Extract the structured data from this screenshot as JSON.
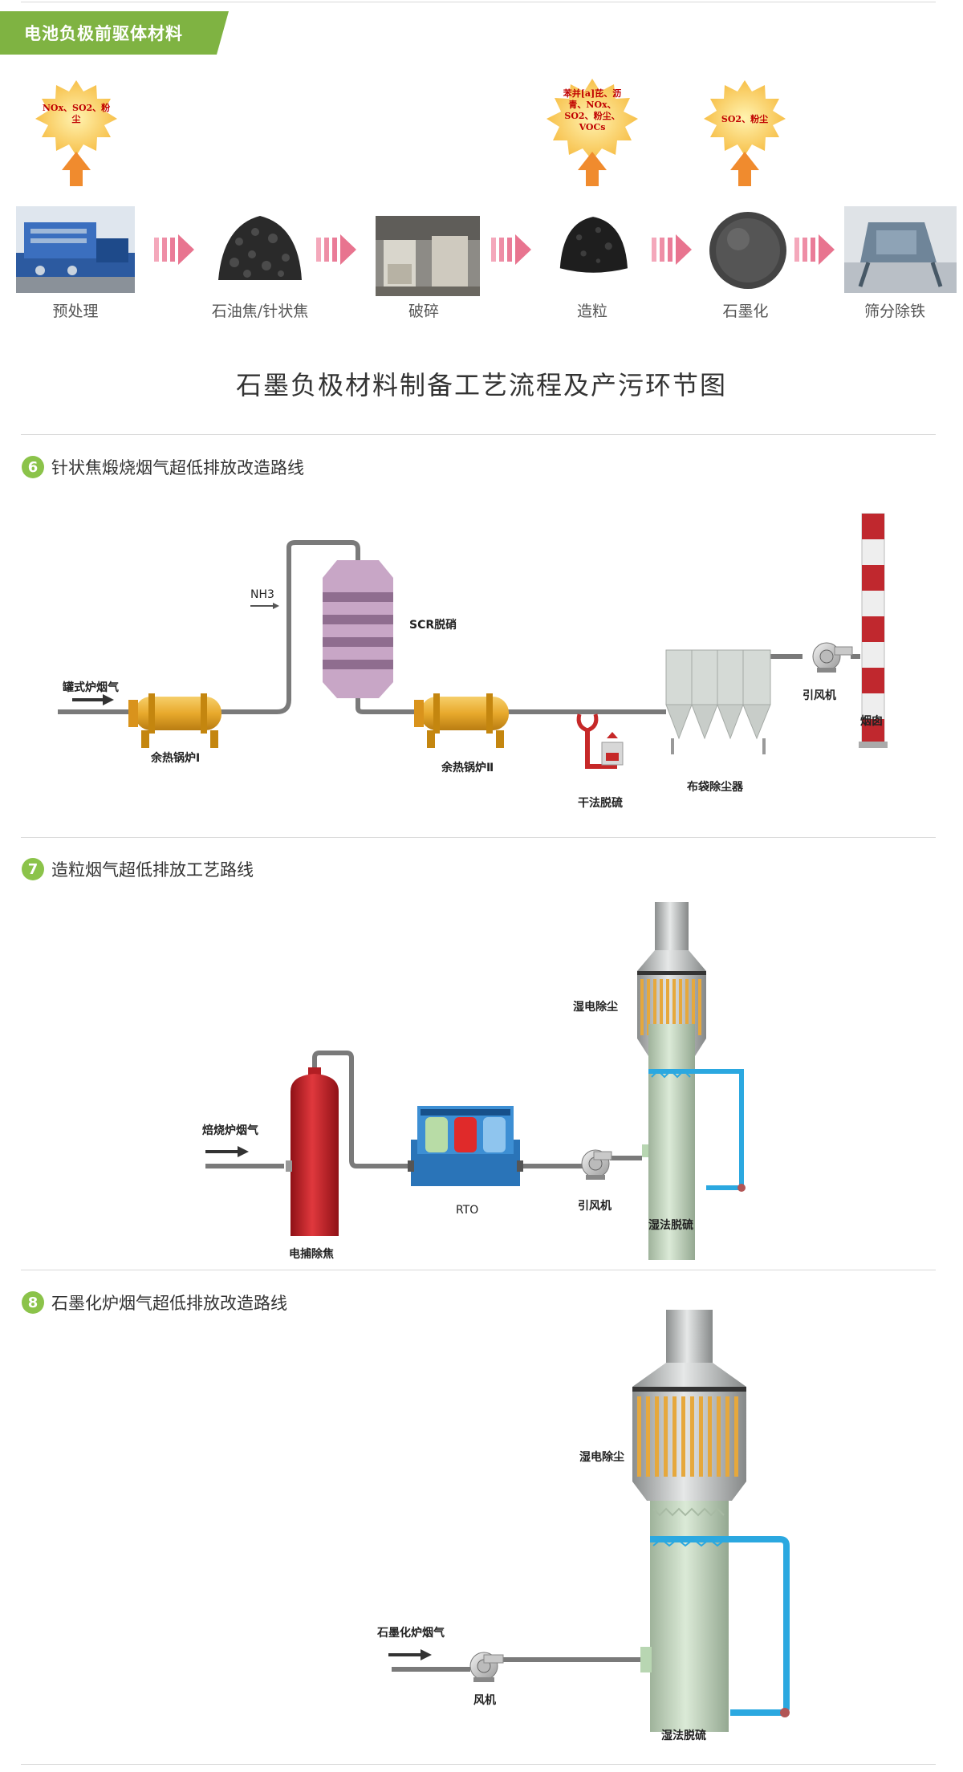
{
  "banner": {
    "title": "电池负极前驱体材料",
    "color": "#7fb342"
  },
  "process": {
    "steps": [
      {
        "label": "预处理"
      },
      {
        "label": "石油焦/针状焦"
      },
      {
        "label": "破碎"
      },
      {
        "label": "造粒"
      },
      {
        "label": "石墨化"
      },
      {
        "label": "筛分除铁"
      }
    ],
    "pollutants": [
      {
        "step": "预处理",
        "lines": [
          "NOx、SO2、粉",
          "尘"
        ]
      },
      {
        "step": "造粒",
        "lines": [
          "苯并[a]芘、沥",
          "青、NOx、",
          "SO2、粉尘、",
          "VOCs"
        ]
      },
      {
        "step": "石墨化",
        "lines": [
          "SO2、粉尘"
        ]
      }
    ],
    "title": "石墨负极材料制备工艺流程及产污环节图"
  },
  "section6": {
    "number": "6",
    "title": "针状焦煅烧烟气超低排放改造路线",
    "labels": {
      "inlet": "罐式炉烟气",
      "boiler1": "余热锅炉Ⅰ",
      "nh3": "NH3",
      "scr": "SCR脱硝",
      "boiler2": "余热锅炉Ⅱ",
      "dry_desulf": "干法脱硫",
      "baghouse": "布袋除尘器",
      "fan": "引风机",
      "chimney": "烟囱"
    }
  },
  "section7": {
    "number": "7",
    "title": "造粒烟气超低排放工艺路线",
    "labels": {
      "inlet": "焙烧炉烟气",
      "tar": "电捕除焦",
      "rto": "RTO",
      "fan": "引风机",
      "wesp": "湿电除尘",
      "wet_desulf": "湿法脱硫"
    }
  },
  "section8": {
    "number": "8",
    "title": "石墨化炉烟气超低排放改造路线",
    "labels": {
      "inlet": "石墨化炉烟气",
      "fan": "风机",
      "wesp": "湿电除尘",
      "wet_desulf": "湿法脱硫"
    }
  },
  "colors": {
    "accent_green": "#8bc34a",
    "arrow_pink": "#e8748f",
    "burst_yellow": "#fbd46b",
    "up_arrow_orange": "#f08b2e",
    "pipe_gray": "#7a7a7a",
    "boiler_gold": "#e8a92c",
    "scr_purple": "#b38ab0",
    "wash_blue": "#2ba8e0",
    "tower_green": "#c7dcc3",
    "stack_red": "#c0282e"
  }
}
